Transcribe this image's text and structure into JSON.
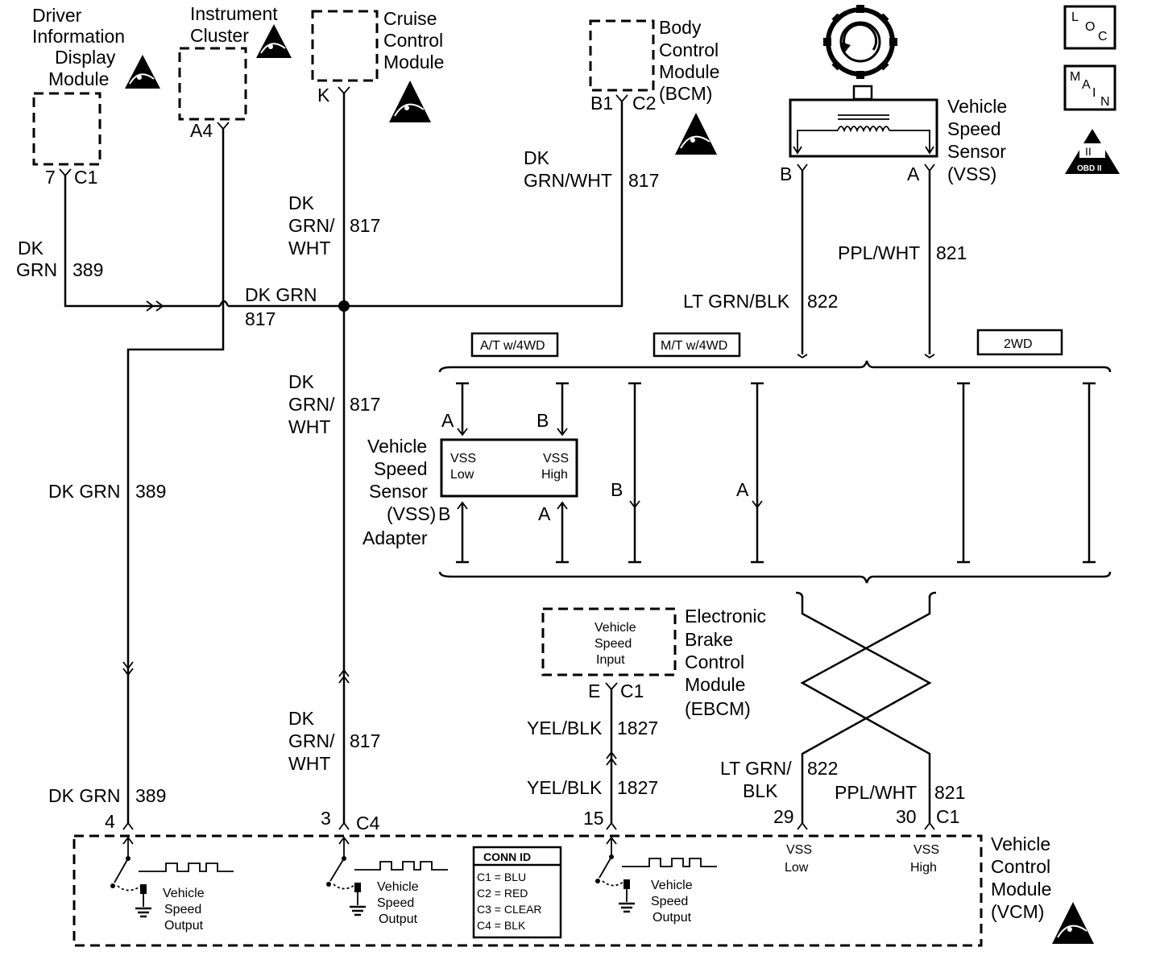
{
  "components": {
    "dim": [
      "Driver",
      "Information",
      "Display",
      "Module"
    ],
    "ipc": [
      "Instrument",
      "Cluster"
    ],
    "ccm": [
      "Cruise",
      "Control",
      "Module"
    ],
    "bcm": [
      "Body",
      "Control",
      "Module",
      "(BCM)"
    ],
    "vss": [
      "Vehicle",
      "Speed",
      "Sensor",
      "(VSS)"
    ],
    "adapter": [
      "Vehicle",
      "Speed",
      "Sensor",
      "(VSS)",
      "Adapter"
    ],
    "ebcm": [
      "Electronic",
      "Brake",
      "Control",
      "Module",
      "(EBCM)"
    ],
    "vcm": [
      "Vehicle",
      "Control",
      "Module",
      "(VCM)"
    ]
  },
  "inner": {
    "adapter_low": [
      "VSS",
      "Low"
    ],
    "adapter_high": [
      "VSS",
      "High"
    ],
    "ebcm_input": [
      "Vehicle",
      "Speed",
      "Input"
    ],
    "vcm_output": [
      "Vehicle",
      "Speed",
      "Output"
    ],
    "vcm_vss_low": [
      "VSS",
      "Low"
    ],
    "vcm_vss_high": [
      "VSS",
      "High"
    ]
  },
  "pins": {
    "dim_pin": "7",
    "dim_conn": "C1",
    "ipc_pin": "A4",
    "ccm_pin": "K",
    "bcm_pin1": "B1",
    "bcm_pin2": "C2",
    "vss_b": "B",
    "vss_a": "A",
    "adapter_a": "A",
    "adapter_b_top": "B",
    "adapter_b": "B",
    "adapter_a_bot": "A",
    "mt_b": "B",
    "mt_a": "A",
    "ebcm_pin": "E",
    "ebcm_conn": "C1",
    "vcm_4": "4",
    "vcm_3": "3",
    "vcm_c4": "C4",
    "vcm_15": "15",
    "vcm_29": "29",
    "vcm_30": "30",
    "vcm_c1": "C1"
  },
  "wires": {
    "dim": [
      "DK",
      "GRN",
      "389"
    ],
    "ccm_top": [
      "DK",
      "GRN/",
      "WHT",
      "817"
    ],
    "bcm": [
      "DK",
      "GRN/WHT",
      "817"
    ],
    "splice": [
      "DK GRN",
      "817"
    ],
    "ccm_mid": [
      "DK",
      "GRN/",
      "WHT",
      "817"
    ],
    "left_mid": [
      "DK GRN",
      "389"
    ],
    "ccm_bot": [
      "DK",
      "GRN/",
      "WHT",
      "817"
    ],
    "left_bot": [
      "DK GRN",
      "389"
    ],
    "vss_b": [
      "LT GRN/BLK",
      "822"
    ],
    "vss_a": [
      "PPL/WHT",
      "821"
    ],
    "ebcm_top": [
      "YEL/BLK",
      "1827"
    ],
    "ebcm_bot": [
      "YEL/BLK",
      "1827"
    ],
    "vcm_29": [
      "LT GRN/",
      "BLK",
      "822"
    ],
    "vcm_30": [
      "PPL/WHT",
      "821"
    ]
  },
  "options": [
    "A/T w/4WD",
    "M/T w/4WD",
    "2WD"
  ],
  "conn_id": {
    "title": "CONN ID",
    "rows": [
      "C1 = BLU",
      "C2 = RED",
      "C3 = CLEAR",
      "C4 = BLK"
    ]
  },
  "badges": {
    "loc": [
      "L",
      "O",
      "C"
    ],
    "main": [
      "M",
      "A",
      "I",
      "N"
    ],
    "obd": [
      "II",
      "OBD II"
    ]
  }
}
